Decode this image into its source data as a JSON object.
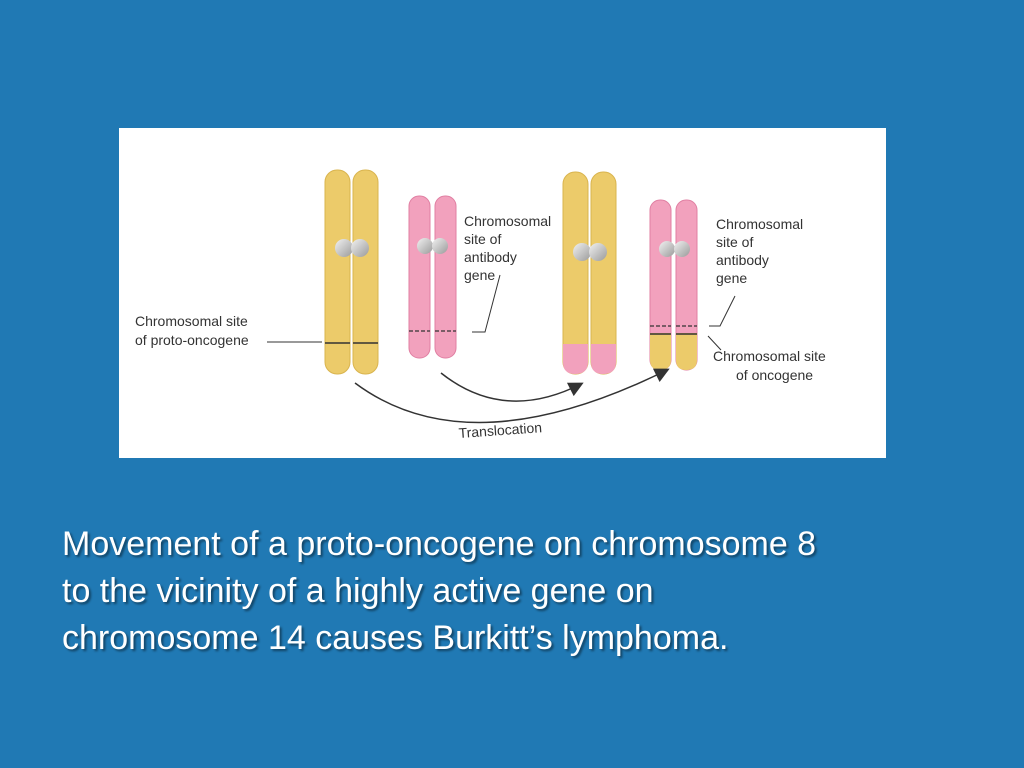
{
  "slide": {
    "background_color": "#2079b4",
    "caption_lines": [
      "Movement of a proto-oncogene on chromosome 8",
      "to the vicinity of a highly active gene on",
      "chromosome 14 causes Burkitt’s lymphoma."
    ]
  },
  "diagram": {
    "colors": {
      "chromosome_8": "#eccb6a",
      "chromosome_14": "#f2a1bd",
      "centromere": "#c4c4c4",
      "arrow": "#333333"
    },
    "labels": {
      "proto_oncogene_site": [
        "Chromosomal site",
        "of proto-oncogene"
      ],
      "antibody_gene_site_left": [
        "Chromosomal",
        "site of",
        "antibody",
        "gene"
      ],
      "antibody_gene_site_right": [
        "Chromosomal",
        "site of",
        "antibody",
        "gene"
      ],
      "oncogene_site": [
        "Chromosomal site",
        "of oncogene"
      ],
      "translocation": "Translocation"
    }
  }
}
